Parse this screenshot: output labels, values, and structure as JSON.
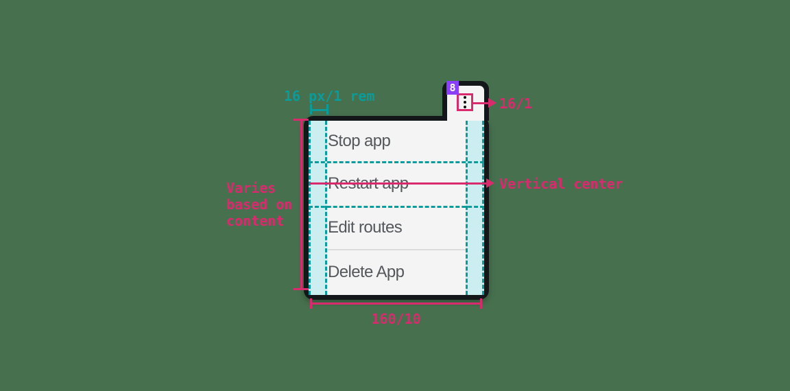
{
  "menu": {
    "items": [
      {
        "label": "Stop app"
      },
      {
        "label": "Restart app"
      },
      {
        "label": "Edit routes"
      },
      {
        "label": "Delete App"
      }
    ],
    "overflow_button": {
      "badge": "8",
      "icon": "overflow-menu-vertical"
    }
  },
  "annotations": {
    "padding": "16 px/1 rem",
    "button_size": "16/1",
    "vertical_center": "Vertical center",
    "height_note_lines": [
      "Varies",
      "based on",
      "content"
    ],
    "width": "160/10"
  },
  "colors": {
    "background": "#47714e",
    "component_outline": "#14171a",
    "surface": "#f4f4f4",
    "spacing_fill": "#cdeef0",
    "spacing_stroke": "#0a9b9b",
    "measure_pink": "#da2a6e",
    "badge_purple": "#8a3ffc",
    "item_text": "#54575b",
    "divider": "#dcdcdc"
  }
}
